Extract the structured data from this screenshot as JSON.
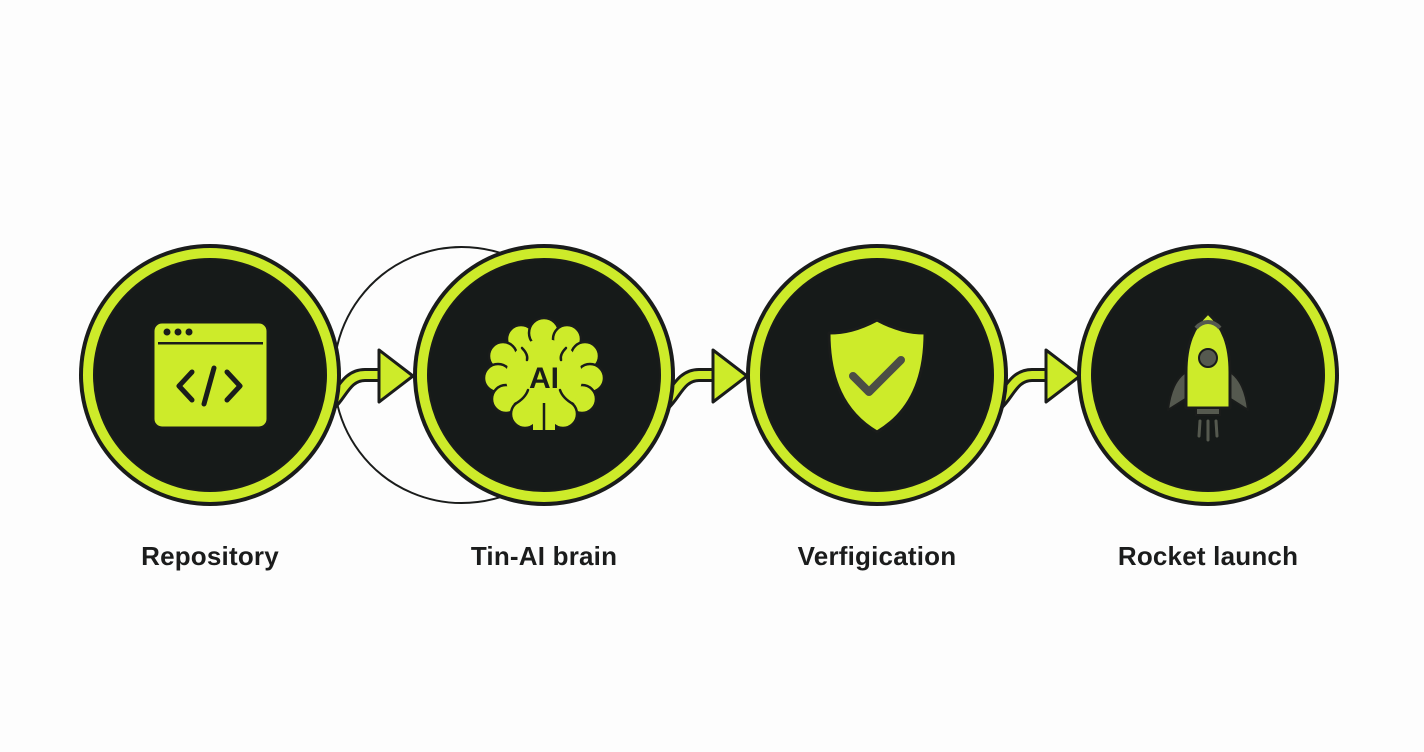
{
  "colors": {
    "accent": "#cdeb2a",
    "dark": "#161a19",
    "outline": "#1a1c1b",
    "label": "#1b1c1c",
    "background": "#fdfdfd",
    "rocket_grey": "#55594f"
  },
  "steps": [
    {
      "label": "Repository",
      "icon": "code-window-icon"
    },
    {
      "label": "Tin-AI brain",
      "icon": "ai-brain-icon",
      "icon_text": "AI"
    },
    {
      "label": "Verfigication",
      "icon": "shield-check-icon"
    },
    {
      "label": "Rocket launch",
      "icon": "rocket-icon"
    }
  ],
  "connectors": [
    {
      "from": "Repository",
      "to": "Tin-AI brain"
    },
    {
      "from": "Tin-AI brain",
      "to": "Verfigication"
    },
    {
      "from": "Verfigication",
      "to": "Rocket launch"
    }
  ]
}
